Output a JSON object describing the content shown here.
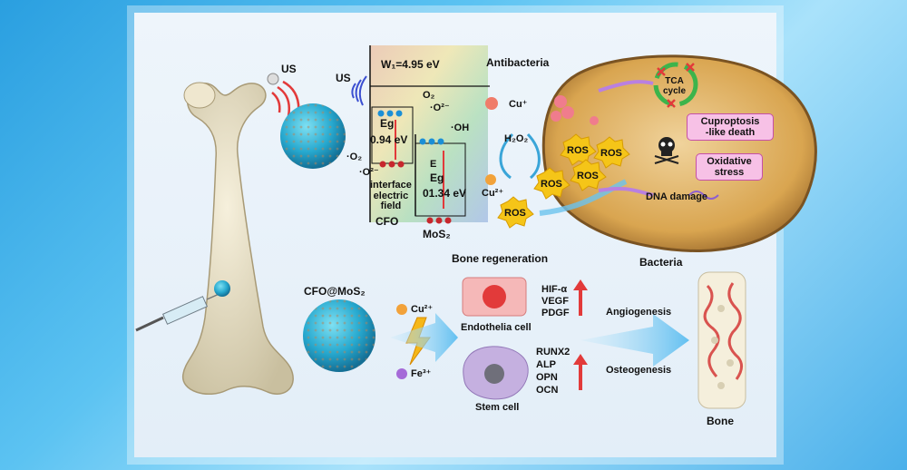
{
  "labels": {
    "us_left": "US",
    "us_center": "US",
    "work_function": "W₁=4.95 eV",
    "o2_top": "O₂",
    "superoxide_top": "·O²⁻",
    "hydroxyl": "·OH",
    "eg_cfo": "Eg",
    "eg_cfo_value": "0.94 eV",
    "superoxide_left": "·O₂",
    "superoxide_mid": "·O²⁻",
    "eg_mos2_e": "E",
    "eg_mos2": "Eg",
    "eg_mos2_value": "01.34 eV",
    "interface_line1": "interface",
    "interface_line2": "electric",
    "interface_line3": "field",
    "cfo": "CFO",
    "mos2": "MoS₂",
    "antibacteria": "Antibacteria",
    "cu_plus": "Cu⁺",
    "h2o2": "H₂O₂",
    "cu_2plus_top": "Cu²⁺",
    "ros": "ROS",
    "tca_line1": "TCA",
    "tca_line2": "cycle",
    "cuproptosis_line1": "Cuproptosis",
    "cuproptosis_line2": "-like death",
    "oxidative_line1": "Oxidative",
    "oxidative_line2": "stress",
    "dna_damage": "DNA damage",
    "bone_regeneration": "Bone regeneration",
    "bacteria": "Bacteria",
    "cfo_mos2": "CFO@MoS₂",
    "cu_2plus": "Cu²⁺",
    "fe_3plus": "Fe³⁺",
    "endothelia_cell": "Endothelia cell",
    "stem_cell": "Stem cell",
    "hif": "HIF-α",
    "vegf": "VEGF",
    "pdgf": "PDGF",
    "runx2": "RUNX2",
    "alp": "ALP",
    "opn": "OPN",
    "ocn": "OCN",
    "angiogenesis": "Angiogenesis",
    "osteogenesis": "Osteogenesis",
    "bone": "Bone"
  },
  "colors": {
    "background": "#3aa9e6",
    "panel": "#e7f0f9",
    "nanoparticle": "#2fb6d6",
    "bacterium": "#e0b45a",
    "ros_burst": "#f5c518",
    "arrow_up": "#e23a3a",
    "flow_arrow": "#8fd3f4",
    "label_box": "#f7c1e6"
  },
  "icons": [
    "femur-bone-icon",
    "syringe-icon",
    "ultrasound-wave-icon",
    "nanoparticle-icon",
    "bacterium-cell-icon",
    "skull-icon",
    "lightning-icon",
    "endothelial-cell-icon",
    "stem-cell-icon",
    "bone-scaffold-icon",
    "up-arrow-icon"
  ]
}
